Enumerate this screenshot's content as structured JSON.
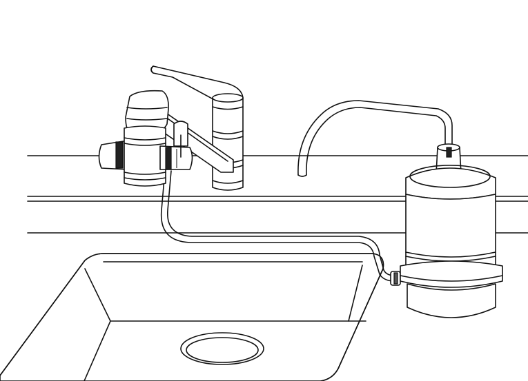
{
  "illustration": {
    "style": "black line drawing on white",
    "colors": {
      "stroke": "#111111",
      "background": "#ffffff",
      "shade": "#555555"
    },
    "components": [
      "countertop",
      "sink",
      "drain",
      "faucet",
      "diverter-valve",
      "connection-hose",
      "water-filter-cartridge",
      "filter-spout"
    ]
  }
}
